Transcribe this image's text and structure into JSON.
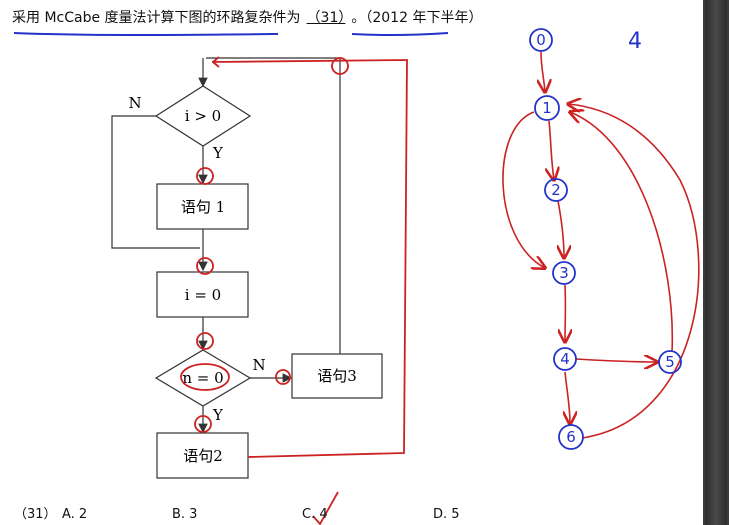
{
  "question": {
    "prefix": "采用 McCabe 度量法计算下图的环路复杂件为",
    "blank": "（31）",
    "suffix": "。（2012 年下半年）"
  },
  "flowchart": {
    "cond1": "i > 0",
    "no1": "N",
    "yes1": "Y",
    "stmt1": "语句 1",
    "stmt_i": "i = 0",
    "cond2": "n = 0",
    "no2": "N",
    "yes2": "Y",
    "stmt3": "语句3",
    "stmt2": "语句2"
  },
  "handwriting": {
    "answer_note": "4",
    "nodes": [
      "0",
      "1",
      "2",
      "3",
      "4",
      "5",
      "6"
    ]
  },
  "options": {
    "label": "（31）",
    "a": "A. 2",
    "b": "B. 3",
    "c": "C. 4",
    "d": "D. 5"
  },
  "colors": {
    "ink_red": "#cc2222",
    "ink_blue": "#2233c8",
    "flow_line": "#333333"
  }
}
